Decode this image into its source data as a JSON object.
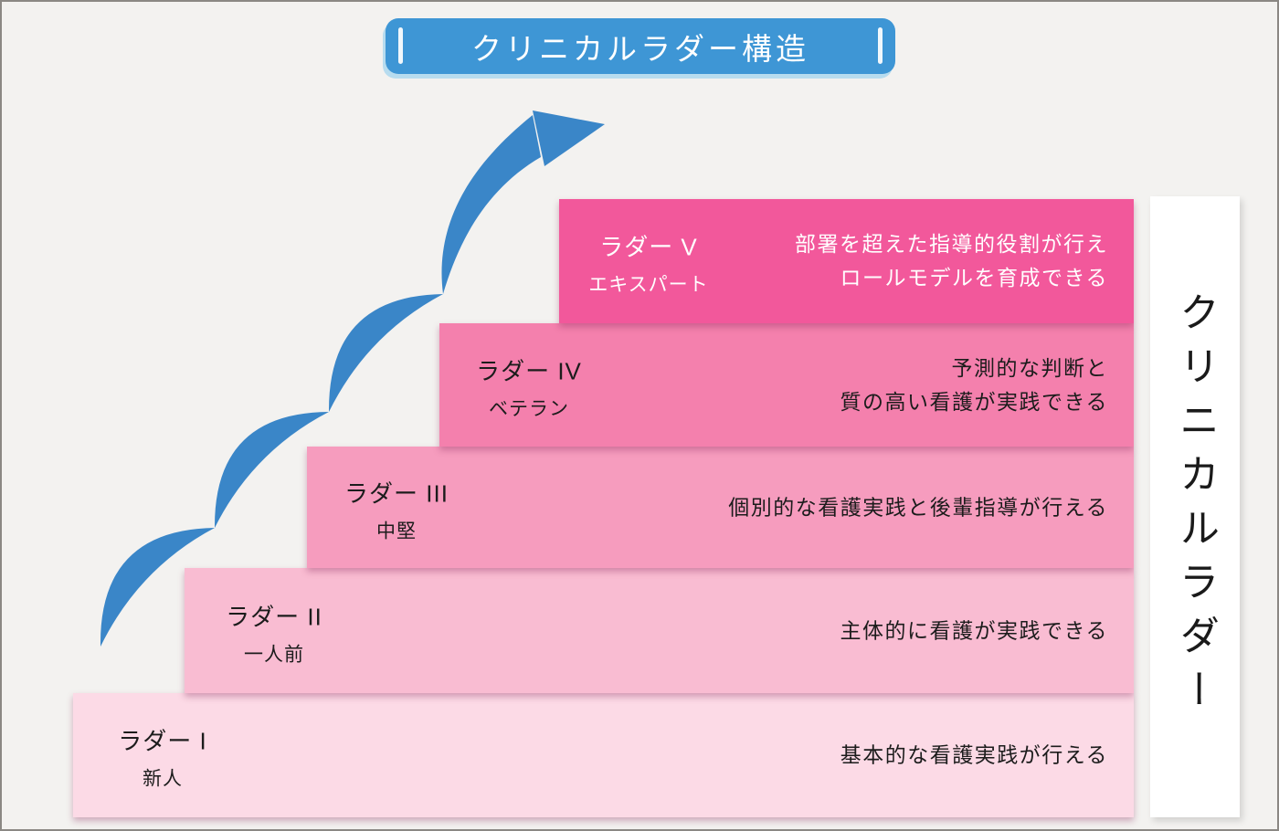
{
  "canvas": {
    "background": "#f3f2f0",
    "border_color": "#8b8884"
  },
  "title_banner": {
    "text": "クリニカルラダー構造",
    "bg": "#3e96d5",
    "shadow_color": "#b7dcef",
    "text_color": "#ffffff"
  },
  "arrow": {
    "color": "#3a86c8"
  },
  "side_label": {
    "text": "クリニカルラダー",
    "bg": "#ffffff",
    "text_color": "#1a1a1a"
  },
  "steps": [
    {
      "label": "ラダー V",
      "sublabel": "エキスパート",
      "description_lines": [
        "部署を超えた指導的役割が行え",
        "ロールモデルを育成できる"
      ],
      "bg": "#f2589b",
      "text_color": "#ffffff"
    },
    {
      "label": "ラダー IV",
      "sublabel": "ベテラン",
      "description_lines": [
        "予測的な判断と",
        "質の高い看護が実践できる"
      ],
      "bg": "#f480ad",
      "text_color": "#1c1c1c"
    },
    {
      "label": "ラダー III",
      "sublabel": "中堅",
      "description_lines": [
        "個別的な看護実践と後輩指導が行える"
      ],
      "bg": "#f69cbe",
      "text_color": "#1c1c1c"
    },
    {
      "label": "ラダー II",
      "sublabel": "一人前",
      "description_lines": [
        "主体的に看護が実践できる"
      ],
      "bg": "#f9bcd2",
      "text_color": "#1c1c1c"
    },
    {
      "label": "ラダー I",
      "sublabel": "新人",
      "description_lines": [
        "基本的な看護実践が行える"
      ],
      "bg": "#fcdae6",
      "text_color": "#1c1c1c"
    }
  ]
}
